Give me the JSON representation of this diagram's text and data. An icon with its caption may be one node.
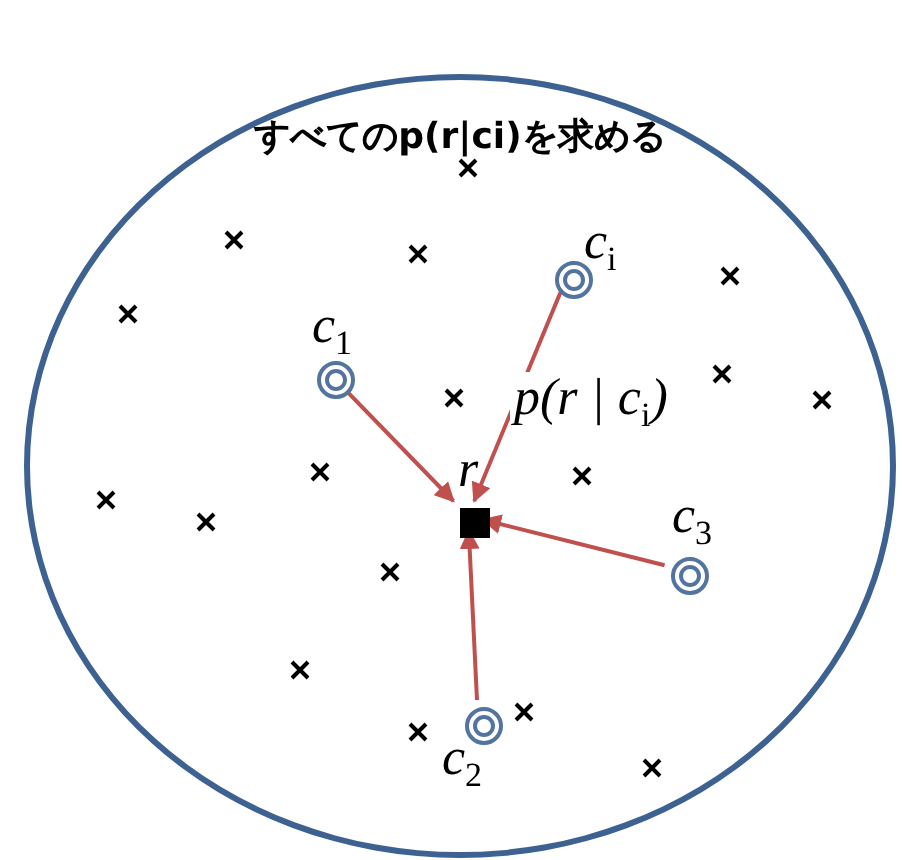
{
  "diagram": {
    "nodes": [
      {
        "text": [
          "すべてのp(r|ci)を求める"
        ]
      },
      {
        "text": [],
        "shape": "circle",
        "beside": [
          "c$_{1}$"
        ],
        "in": 0
      },
      {
        "text": [],
        "shape": "circle",
        "beside": [
          "c$_{i}$"
        ],
        "in": 0
      },
      {
        "text": [],
        "shape": "box",
        "beside": [
          "r"
        ],
        "in": 0
      },
      {
        "text": [],
        "shape": "circle",
        "beside": [
          "c$_{3}$"
        ],
        "in": 0
      },
      {
        "text": [],
        "shape": "circle",
        "beside": [
          "c$_{2}$"
        ],
        "in": 0
      }
    ],
    "edges": [
      {
        "from": 1,
        "to": 3,
        "arrow": "to"
      },
      {
        "from": 2,
        "to": 3,
        "arrow": "to",
        "label": "p(r | c$_{i}$)"
      },
      {
        "from": 4,
        "to": 3,
        "arrow": "to"
      },
      {
        "from": 5,
        "to": 3,
        "arrow": "to"
      }
    ]
  }
}
